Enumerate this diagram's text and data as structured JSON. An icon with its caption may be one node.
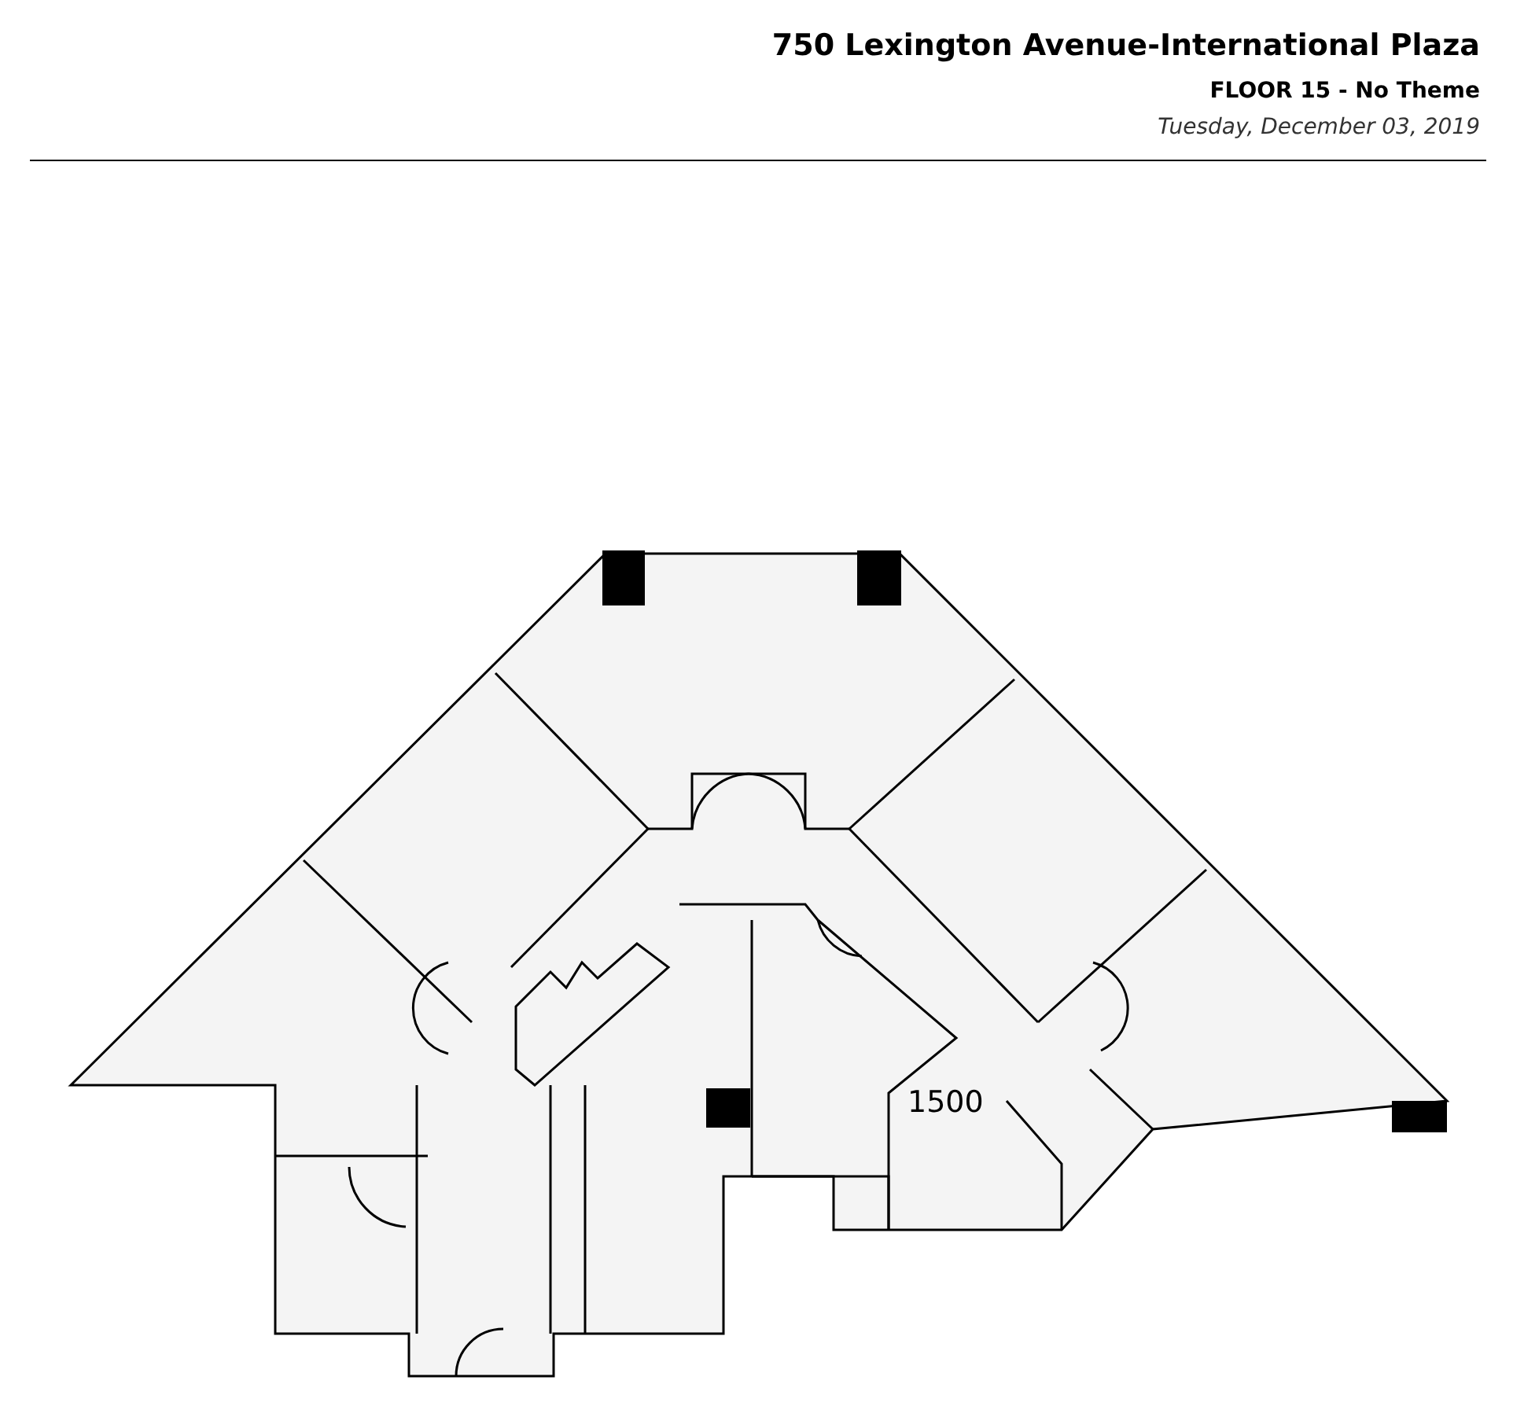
{
  "diagram": {
    "title": "750 Lexington Avenue-International Plaza",
    "labels": [
      "FLOOR 15 - No Theme",
      "Tuesday, December 03, 2019",
      "1500"
    ]
  }
}
